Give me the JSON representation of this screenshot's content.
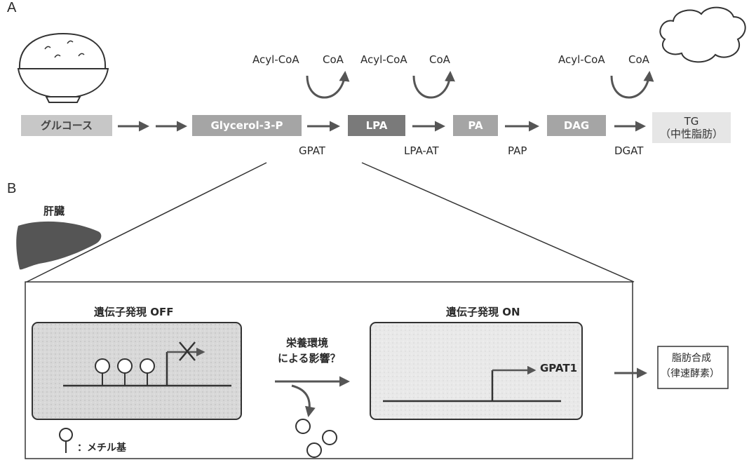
{
  "panel_a": {
    "letter": "A",
    "nodes": {
      "glucose": "グルコース",
      "g3p": "Glycerol-3-P",
      "lpa": "LPA",
      "pa": "PA",
      "dag": "DAG",
      "tg_line1": "TG",
      "tg_line2": "（中性脂肪）"
    },
    "cofactors": {
      "acyl1": "Acyl-CoA",
      "coa1": "CoA",
      "acyl2": "Acyl-CoA",
      "coa2": "CoA",
      "acyl3": "Acyl-CoA",
      "coa3": "CoA"
    },
    "enzymes": {
      "gpat": "GPAT",
      "lpaat": "LPA-AT",
      "pap": "PAP",
      "dgat": "DGAT"
    }
  },
  "panel_b": {
    "letter": "B",
    "liver_label": "肝臓",
    "gene_off_title": "遺伝子発現 OFF",
    "gene_on_title": "遺伝子発現 ON",
    "nutrition_line1": "栄養環境",
    "nutrition_line2": "による影響？",
    "gene_label": "GPAT1",
    "result_line1": "脂肪合成",
    "result_line2": "（律速酵素）",
    "legend_text": "：メチル基"
  }
}
